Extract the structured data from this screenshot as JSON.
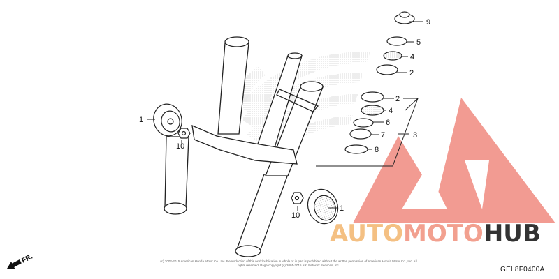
{
  "callouts": {
    "c1a": "1",
    "c10a": "10",
    "c9": "9",
    "c5": "5",
    "c4a": "4",
    "c2a": "2",
    "c2b": "2",
    "c4b": "4",
    "c6": "6",
    "c7": "7",
    "c3": "3",
    "c8": "8",
    "c1b": "1",
    "c10b": "10"
  },
  "direction_label": "FR.",
  "watermark": {
    "part1": "AUTO",
    "part2": "MOTO",
    "part3": "HUB",
    "colors": {
      "light": "#f4c083",
      "mid": "#f2a08f",
      "dark": "#333333",
      "logo": "#f08a7f"
    }
  },
  "copyright": "(c) 2002-2015 American Honda Motor Co., Inc. Reproduction of this work/publication in whole or in part is prohibited without the written permission of American Honda Motor Co., Inc. All rights reserved. Page copyright (c) 2001-2015 ARI Network Services, Inc.",
  "diagram_code": "GEL8F0400A"
}
